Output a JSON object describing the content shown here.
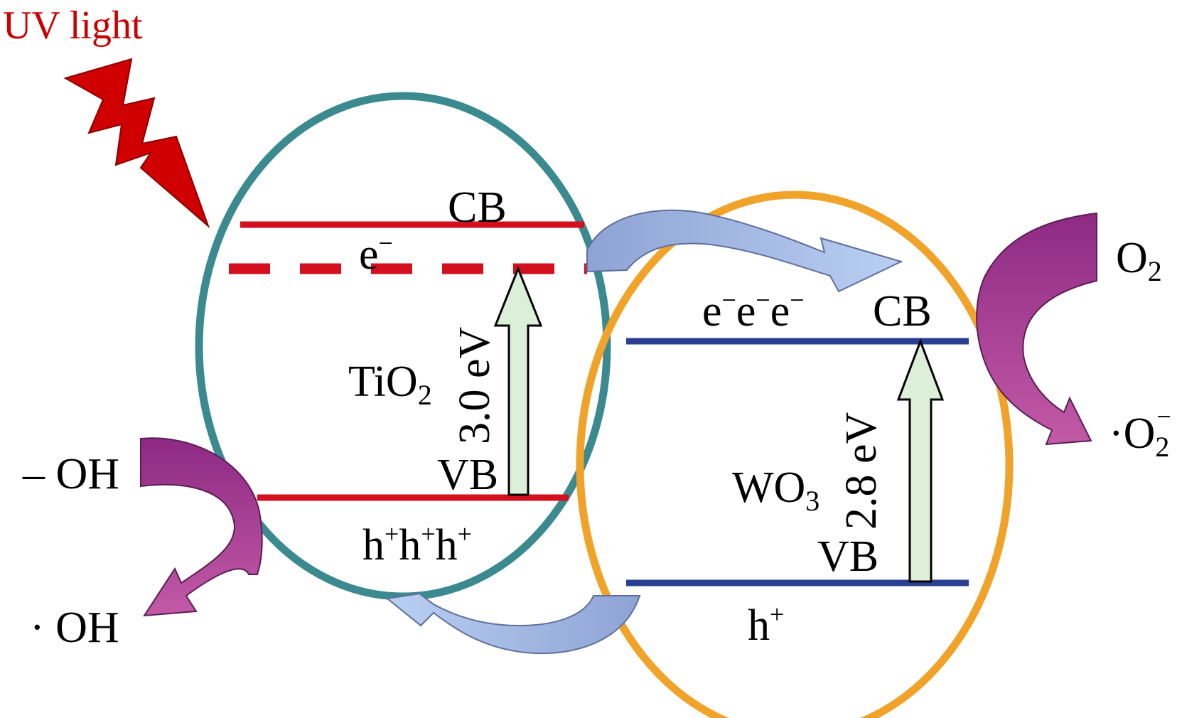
{
  "uv_label": "UV light",
  "tio2": {
    "name": "TiO",
    "name_sub": "2",
    "cb": "CB",
    "vb": "VB",
    "electron": "e",
    "electron_sup": "−",
    "holes": [
      "h",
      "h",
      "h"
    ],
    "hole_sup": "+",
    "gap": "3.0 eV"
  },
  "wo3": {
    "name": "WO",
    "name_sub": "3",
    "cb": "CB",
    "vb": "VB",
    "electrons": [
      "e",
      "e",
      "e"
    ],
    "electron_sup": "−",
    "hole": "h",
    "hole_sup": "+",
    "gap": "2.8 eV"
  },
  "left_species": {
    "reactant": "– OH",
    "product": "· OH"
  },
  "right_species": {
    "reactant": "O",
    "reactant_sub": "2",
    "product": "·O",
    "product_sub": "2",
    "product_sup": "−"
  },
  "colors": {
    "uv": "#cc0000",
    "tio2_ellipse": "#3a8a8f",
    "wo3_ellipse": "#f0a328",
    "tio2_band": "#d40f1e",
    "wo3_band": "#283f93",
    "gap_arrow": "#dcefd8",
    "transfer_arrow": "#9db4e0",
    "species_arrow": "#9b3390"
  }
}
